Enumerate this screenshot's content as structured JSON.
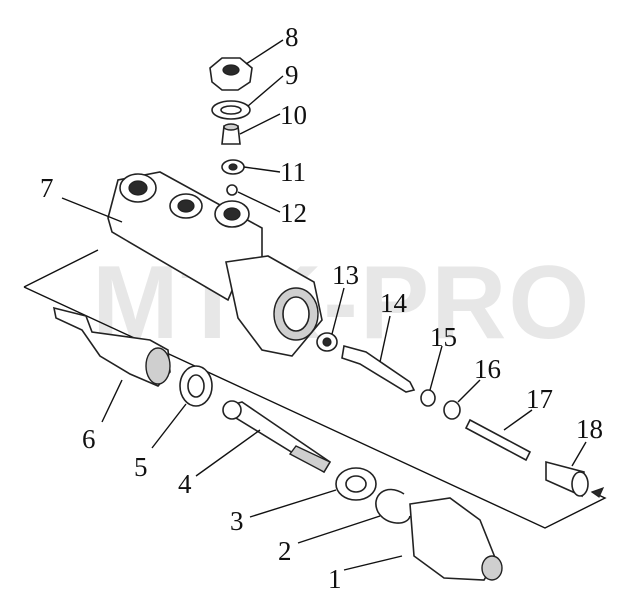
{
  "watermark": "MTK-PRO",
  "callouts": [
    {
      "id": 1,
      "label": "1"
    },
    {
      "id": 2,
      "label": "2"
    },
    {
      "id": 3,
      "label": "3"
    },
    {
      "id": 4,
      "label": "4"
    },
    {
      "id": 5,
      "label": "5"
    },
    {
      "id": 6,
      "label": "6"
    },
    {
      "id": 7,
      "label": "7"
    },
    {
      "id": 8,
      "label": "8"
    },
    {
      "id": 9,
      "label": "9"
    },
    {
      "id": 10,
      "label": "10"
    },
    {
      "id": 11,
      "label": "11"
    },
    {
      "id": 12,
      "label": "12"
    },
    {
      "id": 13,
      "label": "13"
    },
    {
      "id": 14,
      "label": "14"
    },
    {
      "id": 15,
      "label": "15"
    },
    {
      "id": 16,
      "label": "16"
    },
    {
      "id": 17,
      "label": "17"
    },
    {
      "id": 18,
      "label": "18"
    }
  ]
}
